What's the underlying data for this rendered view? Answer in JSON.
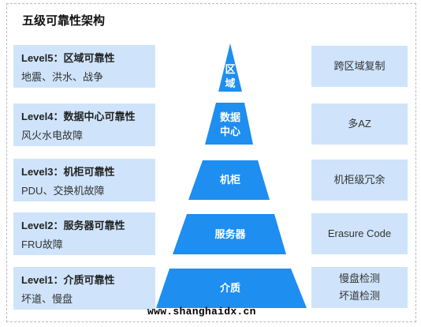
{
  "title": "五级可靠性架构",
  "levels": [
    {
      "title": "Level5：区域可靠性",
      "subtitle": "地震、洪水、战争",
      "pyramid_chars": [
        "区",
        "域"
      ],
      "right": [
        "跨区域复制"
      ]
    },
    {
      "title": "Level4：数据中心可靠性",
      "subtitle": "风火水电故障",
      "pyramid_chars": [
        "数据",
        "中心"
      ],
      "right": [
        "多AZ"
      ]
    },
    {
      "title": "Level3：机柜可靠性",
      "subtitle": "PDU、交换机故障",
      "pyramid_label": "机柜",
      "right": [
        "机柜级冗余"
      ]
    },
    {
      "title": "Level2：服务器可靠性",
      "subtitle": "FRU故障",
      "pyramid_label": "服务器",
      "right": [
        "Erasure Code"
      ]
    },
    {
      "title": "Level1：介质可靠性",
      "subtitle": "坏道、慢盘",
      "pyramid_label": "介质",
      "right": [
        "慢盘检测",
        "坏道检测"
      ]
    }
  ],
  "watermark": "www.shanghaidx.cn",
  "colors": {
    "box_fill": "#cfe4fb",
    "pyramid_fill": "#1e8ef0",
    "frame_border": "#b9b9b9"
  }
}
